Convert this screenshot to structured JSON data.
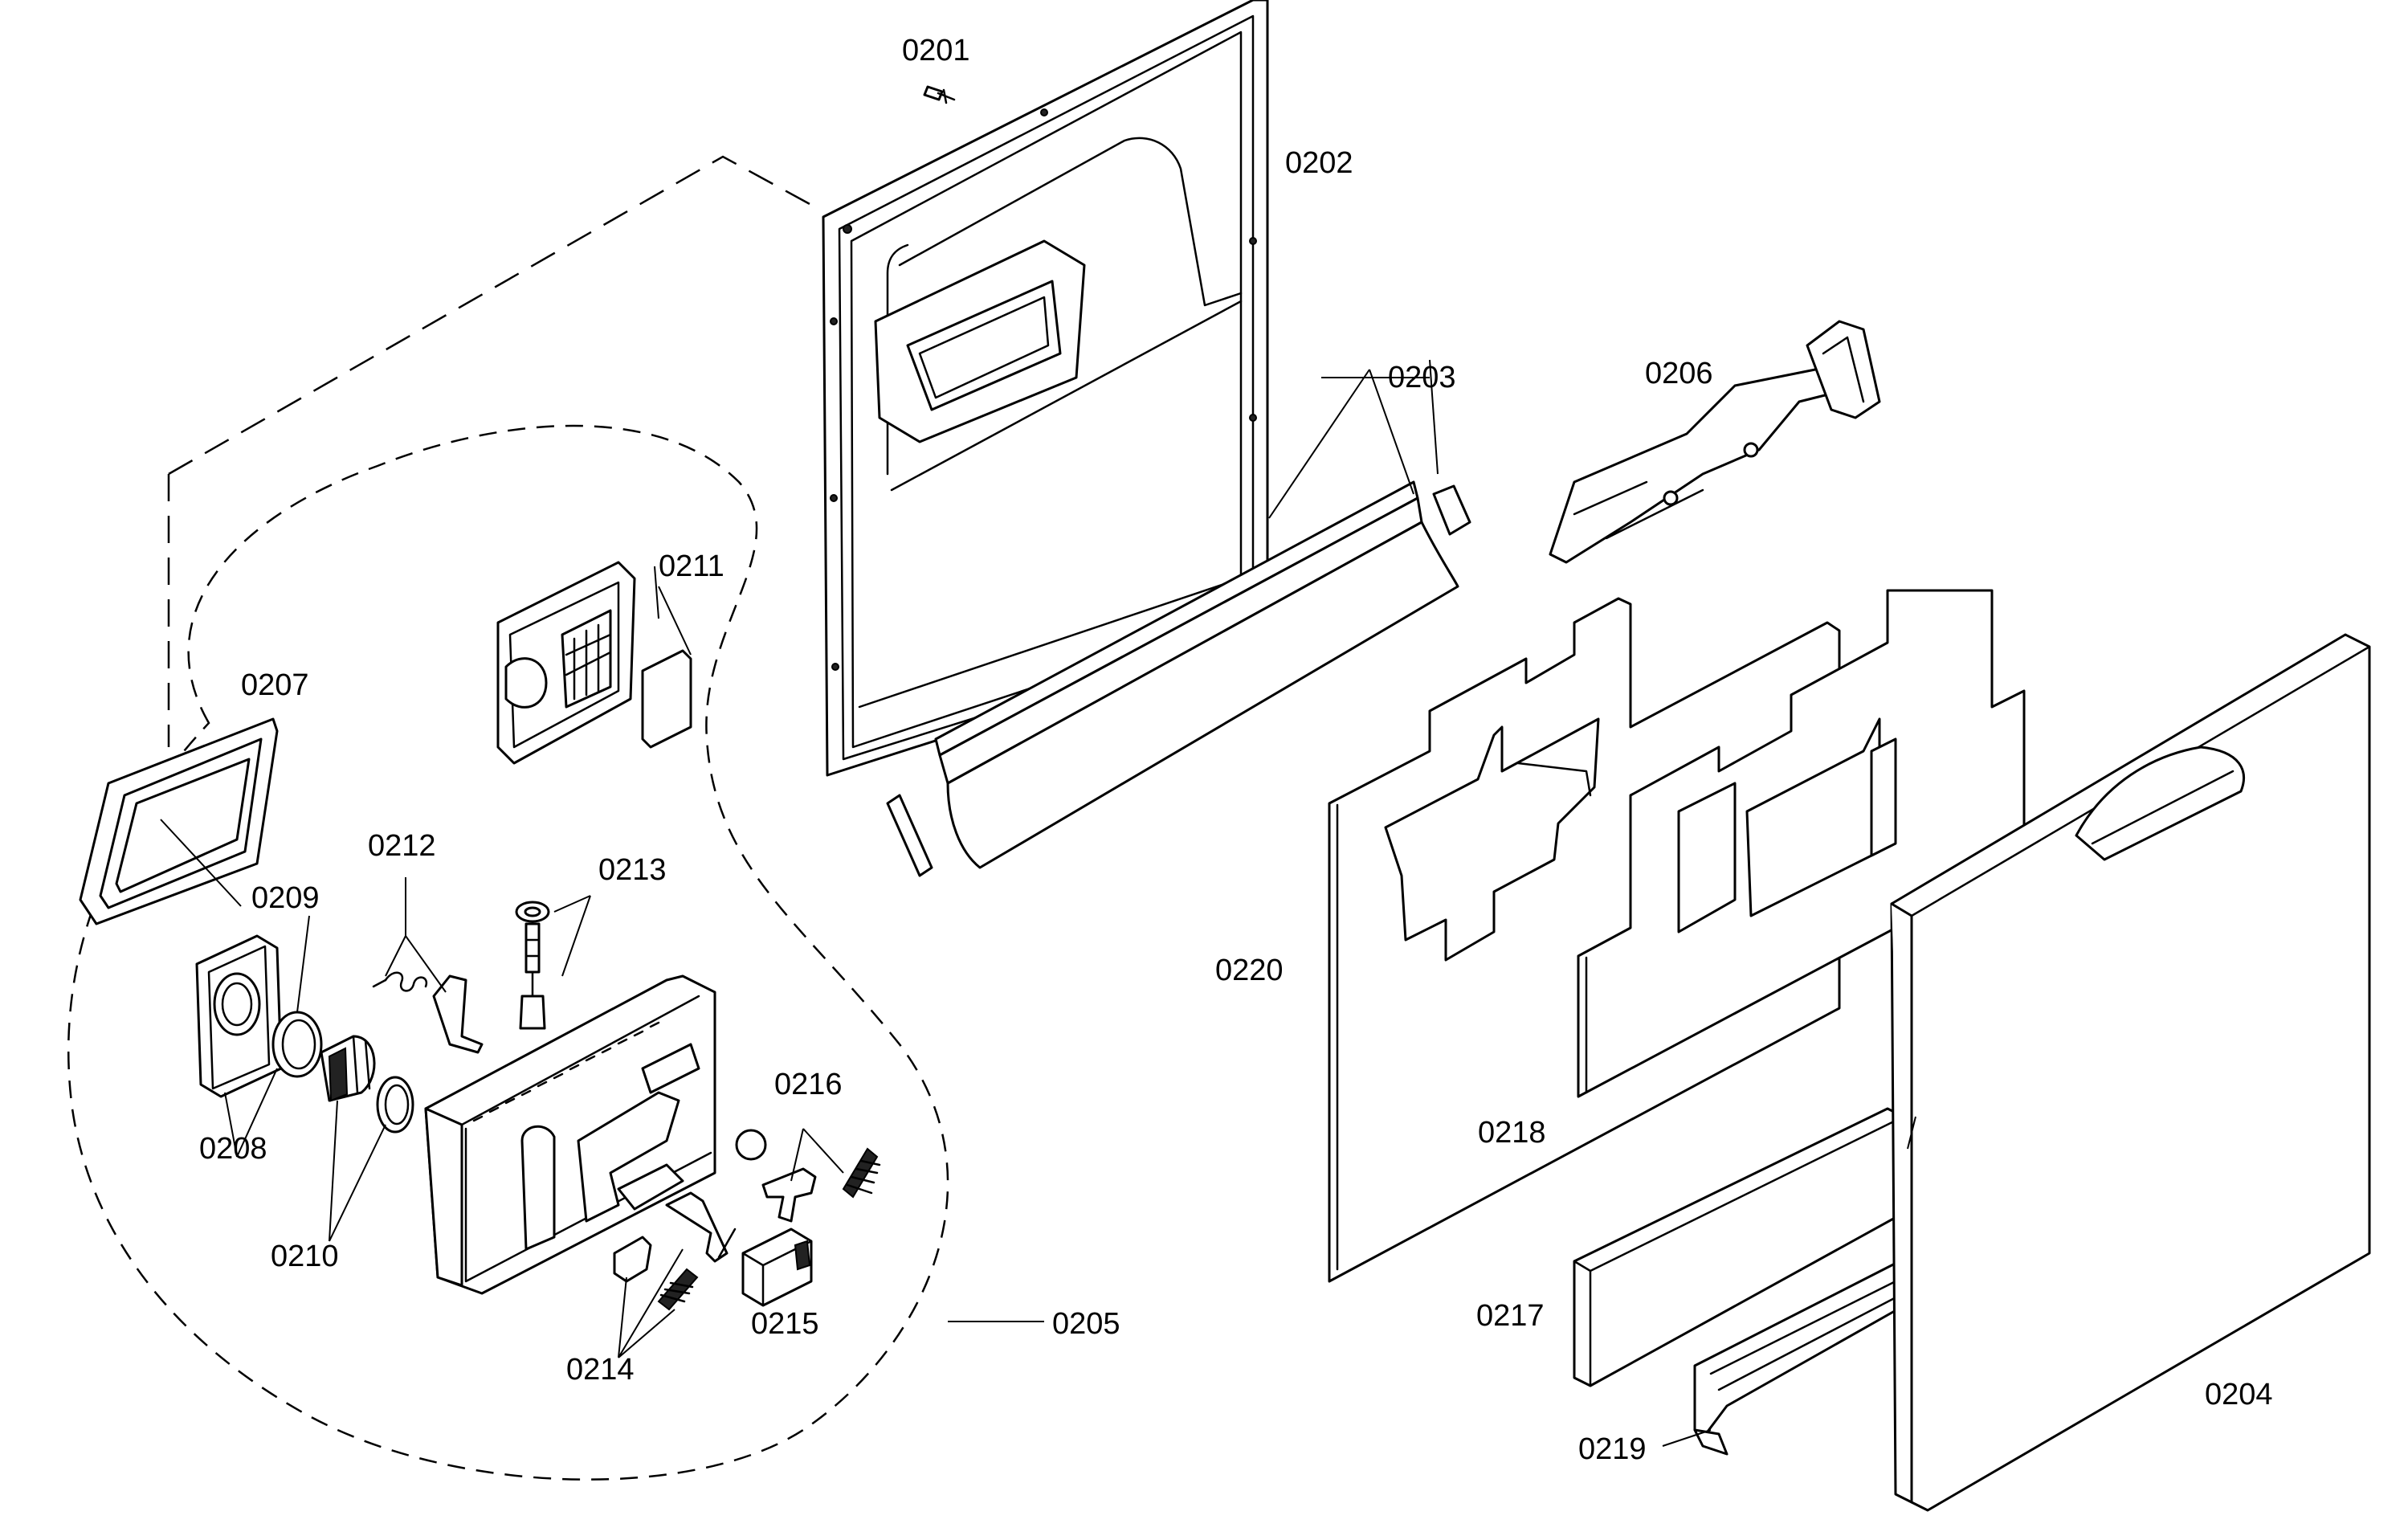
{
  "labels": {
    "p0201": "0201",
    "p0202": "0202",
    "p0203": "0203",
    "p0204": "0204",
    "p0205": "0205",
    "p0206": "0206",
    "p0207": "0207",
    "p0208": "0208",
    "p0209": "0209",
    "p0210": "0210",
    "p0211": "0211",
    "p0212": "0212",
    "p0213": "0213",
    "p0214": "0214",
    "p0215": "0215",
    "p0216": "0216",
    "p0217": "0217",
    "p0218": "0218",
    "p0219": "0219",
    "p0220": "0220"
  },
  "colors": {
    "line": "#000000",
    "background": "#ffffff"
  }
}
